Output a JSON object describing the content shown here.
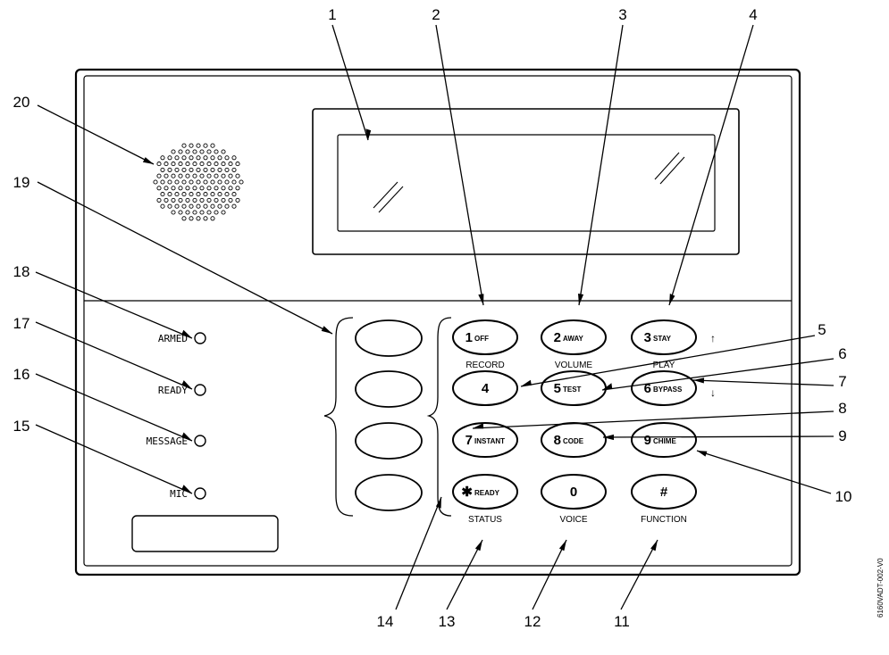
{
  "figure_id": "6160VADT-002-V0",
  "led_indicators": [
    {
      "id": "armed",
      "label": "ARMED"
    },
    {
      "id": "ready",
      "label": "READY"
    },
    {
      "id": "message",
      "label": "MESSAGE"
    },
    {
      "id": "mic",
      "label": "MIC"
    }
  ],
  "keys": [
    {
      "id": "1",
      "num": "1",
      "word": "OFF",
      "below": "RECORD"
    },
    {
      "id": "2",
      "num": "2",
      "word": "AWAY",
      "below": "VOLUME"
    },
    {
      "id": "3",
      "num": "3",
      "word": "STAY",
      "below": "PLAY"
    },
    {
      "id": "4",
      "num": "4",
      "word": "",
      "below": ""
    },
    {
      "id": "5",
      "num": "5",
      "word": "TEST",
      "below": ""
    },
    {
      "id": "6",
      "num": "6",
      "word": "BYPASS",
      "below": ""
    },
    {
      "id": "7",
      "num": "7",
      "word": "INSTANT",
      "below": ""
    },
    {
      "id": "8",
      "num": "8",
      "word": "CODE",
      "below": ""
    },
    {
      "id": "9",
      "num": "9",
      "word": "CHIME",
      "below": ""
    },
    {
      "id": "star",
      "num": "✱",
      "word": "READY",
      "below": "STATUS"
    },
    {
      "id": "0",
      "num": "0",
      "word": "",
      "below": "VOICE"
    },
    {
      "id": "hash",
      "num": "#",
      "word": "",
      "below": "FUNCTION"
    }
  ],
  "scroll_arrows": {
    "up": "↑",
    "down": "↓"
  },
  "callouts": [
    "1",
    "2",
    "3",
    "4",
    "5",
    "6",
    "7",
    "8",
    "9",
    "10",
    "11",
    "12",
    "13",
    "14",
    "15",
    "16",
    "17",
    "18",
    "19",
    "20"
  ]
}
